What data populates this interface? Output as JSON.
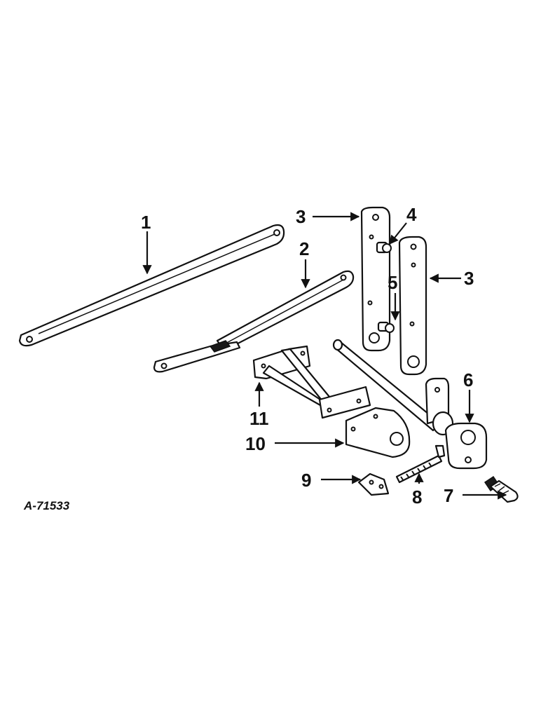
{
  "diagram": {
    "reference_code": "A-71533",
    "callouts": {
      "c1": "1",
      "c2": "2",
      "c3a": "3",
      "c3b": "3",
      "c4": "4",
      "c5": "5",
      "c6": "6",
      "c7": "7",
      "c8": "8",
      "c9": "9",
      "c10": "10",
      "c11": "11"
    },
    "colors": {
      "ink": "#111111",
      "paper": "#ffffff"
    }
  }
}
